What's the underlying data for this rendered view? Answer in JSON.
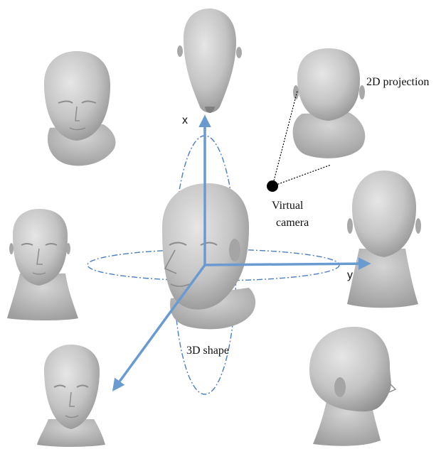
{
  "labels": {
    "x_axis": "x",
    "y_axis": "y",
    "projection": "2D projection",
    "camera_line1": "Virtual",
    "camera_line2": "camera",
    "shape": "3D shape"
  },
  "colors": {
    "axis": "#6a9bd0",
    "orbit": "#4a7fc4",
    "head_fill": "#c9c9c9",
    "head_shade": "#8e8e8e",
    "camera": "#000000"
  },
  "views": [
    {
      "name": "top-view",
      "icon": "head-top-icon"
    },
    {
      "name": "back-top-view",
      "icon": "head-back-top-icon"
    },
    {
      "name": "front-down-view",
      "icon": "head-front-down-icon"
    },
    {
      "name": "front-view",
      "icon": "head-front-icon"
    },
    {
      "name": "back-view",
      "icon": "head-back-icon"
    },
    {
      "name": "front-up-view",
      "icon": "head-front-up-icon"
    },
    {
      "name": "side-view",
      "icon": "head-side-icon"
    }
  ]
}
